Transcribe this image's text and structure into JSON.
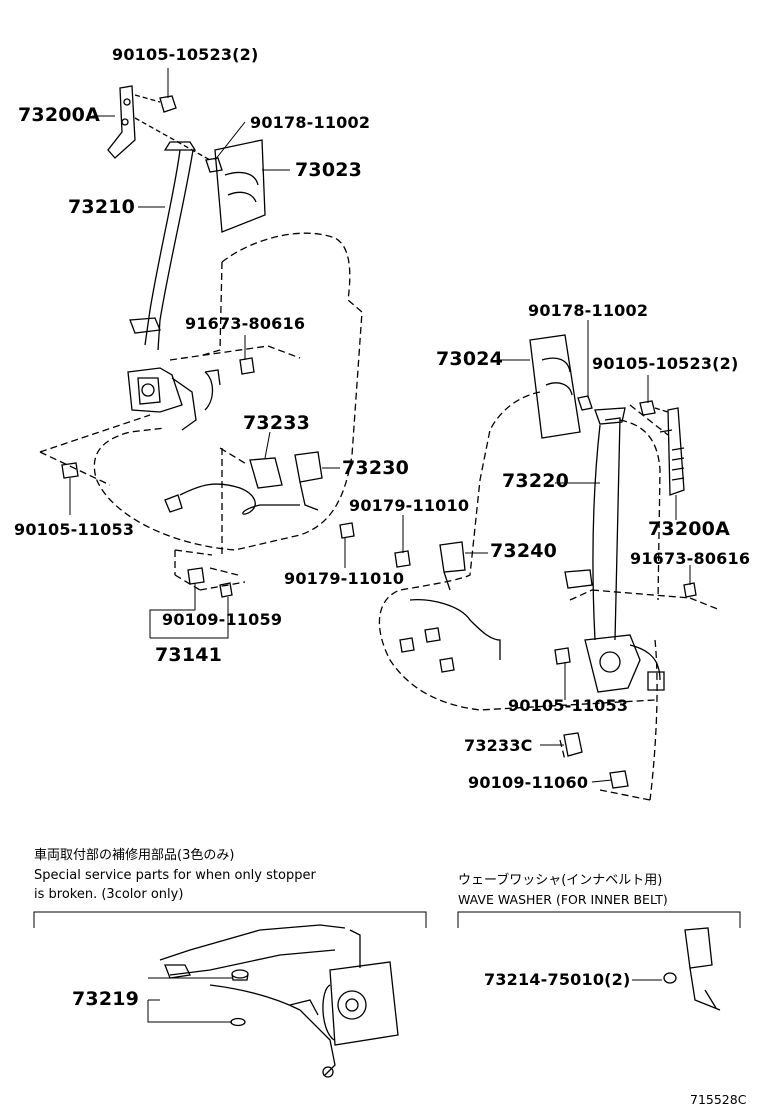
{
  "labels": {
    "p_90105_10523_top": "90105-10523(2)",
    "p_73200A_top": "73200A",
    "p_90178_11002_top": "90178-11002",
    "p_73023": "73023",
    "p_73210": "73210",
    "p_91673_80616_left": "91673-80616",
    "p_73233": "73233",
    "p_73230": "73230",
    "p_90105_11053_left": "90105-11053",
    "p_90179_11010_upper": "90179-11010",
    "p_90179_11010_lower": "90179-11010",
    "p_90109_11059": "90109-11059",
    "p_73141": "73141",
    "p_90178_11002_right": "90178-11002",
    "p_73024": "73024",
    "p_90105_10523_right": "90105-10523(2)",
    "p_73220": "73220",
    "p_73240": "73240",
    "p_73200A_right": "73200A",
    "p_91673_80616_right": "91673-80616",
    "p_90105_11053_right": "90105-11053",
    "p_73233C": "73233C",
    "p_90109_11060": "90109-11060",
    "p_73219": "73219",
    "p_73214_75010": "73214-75010(2)",
    "diagram_code": "715528C"
  },
  "notes": {
    "left_jp": "車両取付部の補修用部品(3色のみ)",
    "left_en_1": "Special service parts for when only stopper",
    "left_en_2": " is broken. (3color only)",
    "right_jp": "ウェーブワッシャ(インナベルト用)",
    "right_en": "WAVE WASHER (FOR INNER BELT)"
  }
}
